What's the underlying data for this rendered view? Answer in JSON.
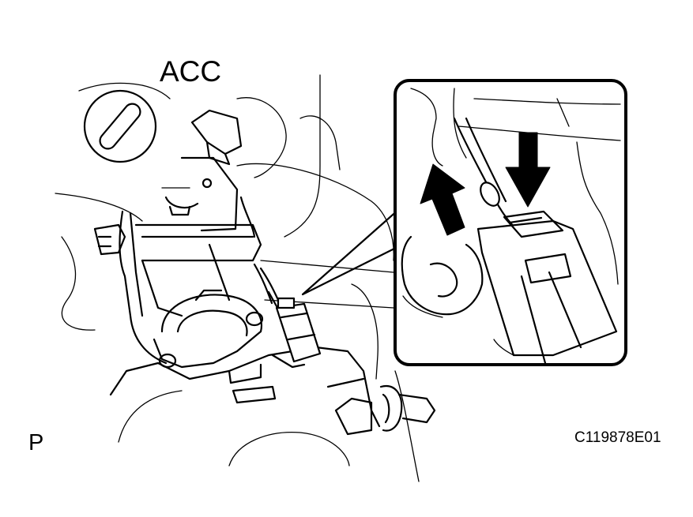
{
  "labels": {
    "switch_position": "ACC",
    "page_mark": "P",
    "figure_code": "C119878E01"
  },
  "colors": {
    "line": "#000000",
    "background": "#ffffff"
  },
  "icons": {
    "key_slot": "key-cylinder-slot-icon",
    "connector_arrows": "push-and-pull-arrow-icons"
  }
}
